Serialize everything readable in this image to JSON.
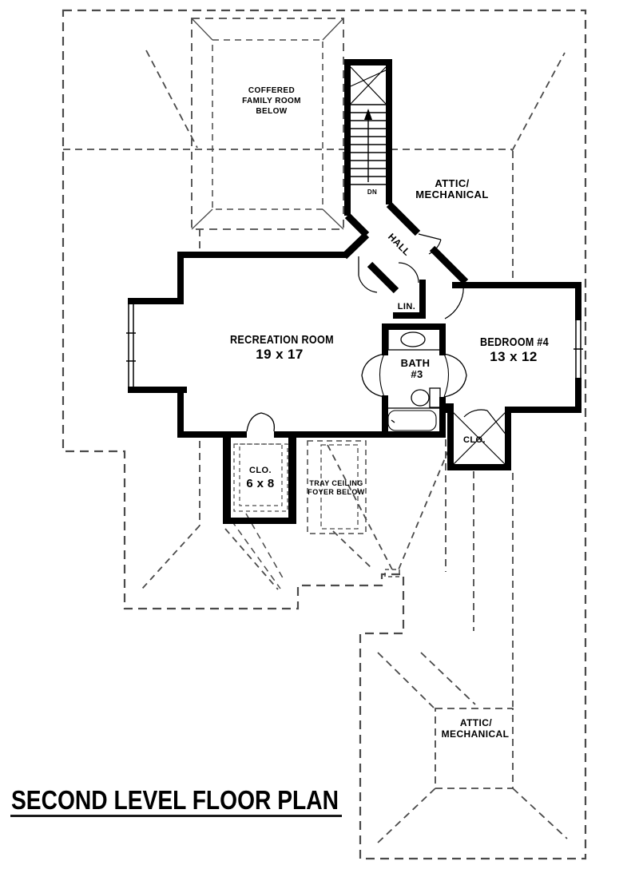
{
  "title": {
    "text": "SECOND LEVEL FLOOR PLAN"
  },
  "colors": {
    "wall": "#000000",
    "dashed": "#4a4a4a",
    "text": "#000000"
  },
  "rooms": {
    "coffered": {
      "line1": "COFFERED",
      "line2": "FAMILY ROOM",
      "line3": "BELOW"
    },
    "attic_top": {
      "line1": "ATTIC/",
      "line2": "MECHANICAL"
    },
    "attic_bottom": {
      "line1": "ATTIC/",
      "line2": "MECHANICAL"
    },
    "recreation": {
      "name": "RECREATION ROOM",
      "dims": "19 x 17"
    },
    "bedroom4": {
      "name": "BEDROOM #4",
      "dims": "13 x 12"
    },
    "bath3": {
      "line1": "BATH",
      "line2": "#3"
    },
    "hall": {
      "name": "HALL"
    },
    "linen": {
      "name": "LIN."
    },
    "closet_6x8": {
      "name": "CLO.",
      "dims": "6 x 8"
    },
    "closet_bedroom": {
      "name": "CLO."
    },
    "tray_ceiling": {
      "line1": "TRAY CEILING",
      "line2": "FOYER BELOW"
    },
    "stairs": {
      "direction": "DN"
    }
  }
}
